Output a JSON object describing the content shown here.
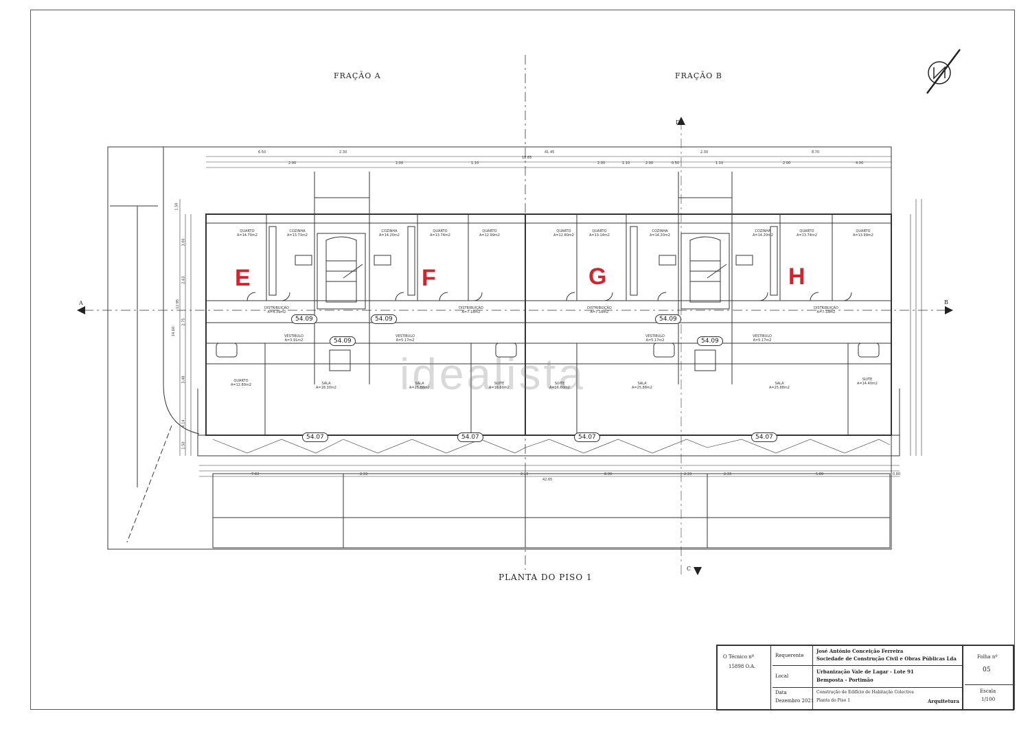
{
  "labels": {
    "fraction_a": "FRAÇÃO A",
    "fraction_b": "FRAÇÃO B",
    "plan_title": "PLANTA DO PISO 1",
    "watermark": "idealista"
  },
  "section_marks": {
    "a": "A",
    "b": "B",
    "c": "C",
    "d": "D"
  },
  "units": [
    {
      "letter": "E"
    },
    {
      "letter": "F"
    },
    {
      "letter": "G"
    },
    {
      "letter": "H"
    }
  ],
  "area_badges": [
    "54.09",
    "54.09",
    "54.09",
    "54.09",
    "54.09",
    "54.07",
    "54.07",
    "54.07",
    "54.07"
  ],
  "rooms": [
    {
      "name": "QUARTO",
      "area": "A=14.70m2"
    },
    {
      "name": "COZINHA",
      "area": "A=13.73m2"
    },
    {
      "name": "COZINHA",
      "area": "A=14.20m2"
    },
    {
      "name": "QUARTO",
      "area": "A=13.74m2"
    },
    {
      "name": "QUARTO",
      "area": "A=12.99m2"
    },
    {
      "name": "QUARTO",
      "area": "A=12.80m2"
    },
    {
      "name": "QUARTO",
      "area": "A=13.14m2"
    },
    {
      "name": "COZINHA",
      "area": "A=14.20m2"
    },
    {
      "name": "COZINHA",
      "area": "A=14.20m2"
    },
    {
      "name": "QUARTO",
      "area": "A=13.74m2"
    },
    {
      "name": "QUARTO",
      "area": "A=13.99m2"
    },
    {
      "name": "DISTRIBUIÇÃO",
      "area": "A=4.39m2"
    },
    {
      "name": "DISTRIBUIÇÃO",
      "area": "A=7.18m2"
    },
    {
      "name": "DISTRIBUIÇÃO",
      "area": "A=7.18m2"
    },
    {
      "name": "DISTRIBUIÇÃO",
      "area": "A=7.18m2"
    },
    {
      "name": "QUARTO",
      "area": "A=12.80m2"
    },
    {
      "name": "SALA",
      "area": "A=18.30m2"
    },
    {
      "name": "SALA",
      "area": "A=25.88m2"
    },
    {
      "name": "SUITE",
      "area": "A=16.60m2"
    },
    {
      "name": "SUITE",
      "area": "A=16.60m2"
    },
    {
      "name": "SALA",
      "area": "A=25.88m2"
    },
    {
      "name": "SALA",
      "area": "A=25.88m2"
    },
    {
      "name": "SUITE",
      "area": "A=14.40m2"
    },
    {
      "name": "VESTIBULO",
      "area": "A=3.91m2"
    },
    {
      "name": "VESTIBULO",
      "area": "A=5.17m2"
    },
    {
      "name": "VESTIBULO",
      "area": "A=5.17m2"
    },
    {
      "name": "VESTIBULO",
      "area": "A=5.17m2"
    }
  ],
  "dimensions_top": [
    "41.45",
    "6.50",
    "2.30",
    "18.65",
    "2.30",
    "8.70",
    "2.00",
    "2.00",
    "1.10",
    "2.00",
    "1.10",
    "2.00",
    "0.50",
    "1.10",
    "2.00",
    "4.00"
  ],
  "dimensions_bottom": [
    "42.65",
    "7.83",
    "2.33",
    "2.33",
    "8.90",
    "2.33",
    "2.33",
    "5.80",
    "0.80"
  ],
  "dimensions_side": [
    "1.50",
    "3.00",
    "2.63",
    "2.75",
    "3.48",
    "4.14",
    "1.50",
    "14.60",
    "12.95"
  ],
  "title_block": {
    "tecnico_label": "O Técnico nº",
    "tecnico_number": "15898 O.A.",
    "requerente_label": "Requerente",
    "requerente_name": "José António Conceição Ferreira",
    "requerente_company": "Sociedade de Construção Civil e Obras Públicas Lda",
    "local_label": "Local",
    "local_line1": "Urbanização Vale de Lagar - Lote 91",
    "local_line2": "Bemposta - Portimão",
    "data_label": "Data",
    "data_value": "Dezembro 2021",
    "obra_line1": "Construção de Edifício de Habitação Colectiva",
    "obra_line2": "Planta do Piso 1",
    "especialidade": "Arquitetura",
    "folha_label": "Folha nº",
    "folha_value": "05",
    "escala_label": "Escala",
    "escala_value": "1/100"
  },
  "colors": {
    "ink": "#222222",
    "marker": "#d8222a",
    "paper": "#ffffff"
  }
}
